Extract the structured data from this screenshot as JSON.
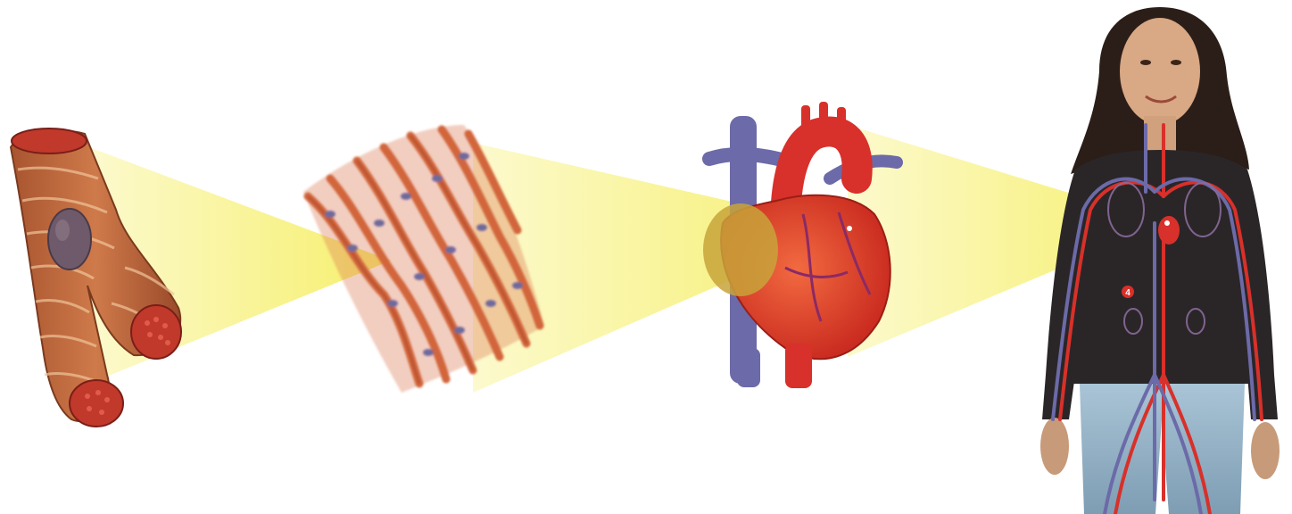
{
  "diagram": {
    "stages": [
      {
        "id": "muscle-cell",
        "icon": "cardiac-muscle-cell-icon"
      },
      {
        "id": "muscle-tissue",
        "icon": "cardiac-muscle-tissue-icon"
      },
      {
        "id": "heart",
        "icon": "heart-organ-icon"
      },
      {
        "id": "organism",
        "icon": "girl-circulatory-system-icon"
      }
    ],
    "marker_label": "4"
  },
  "colors": {
    "zoom_beam": "#f3ea3a",
    "muscle": "#c9623a",
    "artery": "#d8302a",
    "vein": "#6c6aa8",
    "background": "#ffffff"
  }
}
